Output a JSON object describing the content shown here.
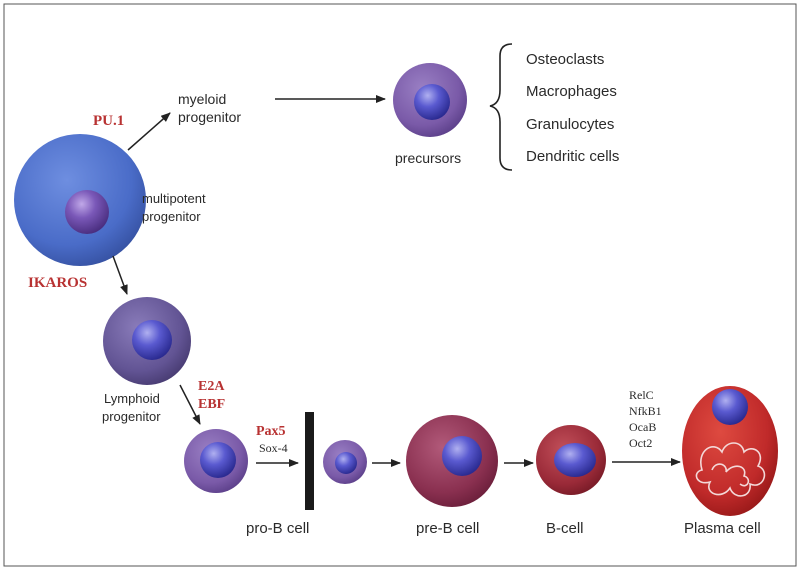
{
  "factors": {
    "pu1": "PU.1",
    "ikaros": "IKAROS",
    "e2a": "E2A",
    "ebf": "EBF",
    "pax5": "Pax5",
    "sox4": "Sox-4",
    "plasma_factors": [
      "RelC",
      "NfkB1",
      "OcaB",
      "Oct2"
    ]
  },
  "labels": {
    "myeloid_line1": "myeloid",
    "myeloid_line2": "progenitor",
    "multipotent_line1": "multipotent",
    "multipotent_line2": "progenitor",
    "precursors": "precursors",
    "lymphoid_line1": "Lymphoid",
    "lymphoid_line2": "progenitor",
    "pro_b": "pro-B cell",
    "pre_b": "pre-B cell",
    "b_cell": "B-cell",
    "plasma": "Plasma cell"
  },
  "myeloid_outputs": [
    "Osteoclasts",
    "Macrophages",
    "Granulocytes",
    "Dendritic cells"
  ],
  "colors": {
    "factor_red": "#b83232",
    "text": "#2a2a2a",
    "multipotent": "#4a6cc8",
    "purple_cell": "#7a5aa8",
    "maroon_cell": "#8a3050",
    "plasma_cell": "#c02a2a",
    "nucleus": "#4a4ac0"
  }
}
